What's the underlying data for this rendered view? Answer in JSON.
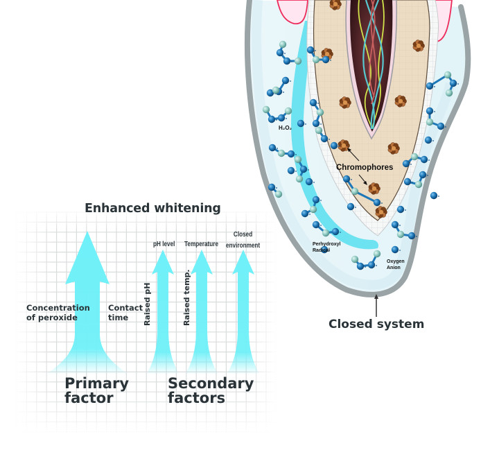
{
  "diagram": {
    "title": "Enhanced whitening",
    "factors": {
      "primary": {
        "heading_line1": "Primary",
        "heading_line2": "factor",
        "items": [
          {
            "label_line1": "Concentration",
            "label_line2": "of peroxide"
          },
          {
            "label_line1": "Contact",
            "label_line2": "time"
          }
        ]
      },
      "secondary": {
        "heading_line1": "Secondary",
        "heading_line2": "factors",
        "items": [
          {
            "label": "pH level",
            "side_label": "Raised pH"
          },
          {
            "label": "Temperature",
            "side_label": "Raised temp."
          },
          {
            "label_line1": "Closed",
            "label_line2": "environment"
          }
        ]
      }
    },
    "tooth": {
      "h2o2_label": "H₂O₂",
      "chromophores_label": "Chromophores",
      "perhydroxyl_line1": "Perhydroxyl",
      "perhydroxyl_line2": "Radical",
      "oxygen_line1": "Oxygen",
      "oxygen_line2": "Anion",
      "closed_system_label": "Closed system"
    },
    "colors": {
      "arrow": "#6ff0f8",
      "text_dark": "#2a3438",
      "grid": "#d9dcdd",
      "tray": "#9aa3a5",
      "dentin": "#ecdcc4",
      "pulp": "#4a2226",
      "gum": "#ffe6f0",
      "gum_outline": "#ee2a5a",
      "molecule_blue": "#1e78b8",
      "molecule_teal": "#8cc8c0",
      "gel": "#5fe0ee",
      "chromophore": "#9a5a2a"
    }
  }
}
